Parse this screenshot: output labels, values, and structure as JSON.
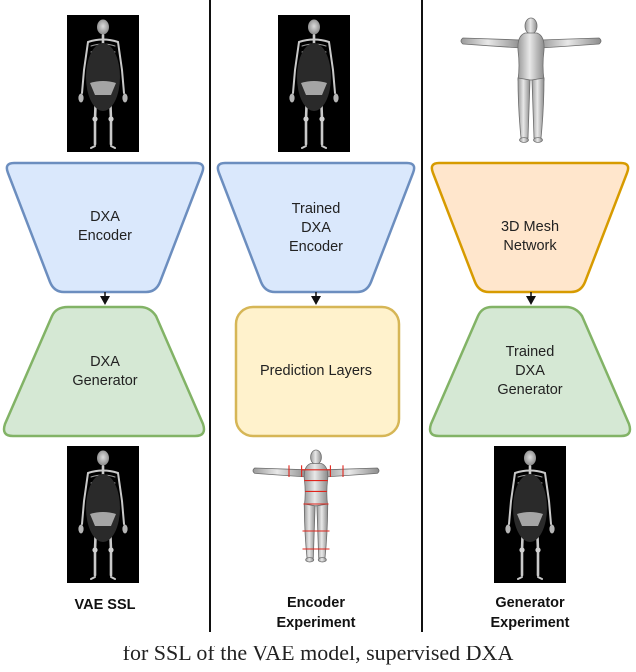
{
  "columns": [
    {
      "id": "vae-ssl",
      "top_block": {
        "shape": "encoder-trapezoid",
        "lines": [
          "DXA",
          "Encoder"
        ],
        "fill": "#dae8fc",
        "stroke": "#6c8ebf"
      },
      "bottom_block": {
        "shape": "generator-trapezoid",
        "lines": [
          "DXA",
          "Generator"
        ],
        "fill": "#d5e8d4",
        "stroke": "#82b366"
      },
      "input_image": "dxa-scan",
      "output_image": "dxa-scan",
      "label": [
        "VAE SSL"
      ]
    },
    {
      "id": "encoder-experiment",
      "top_block": {
        "shape": "encoder-trapezoid",
        "lines": [
          "Trained",
          "DXA",
          "Encoder"
        ],
        "fill": "#dae8fc",
        "stroke": "#6c8ebf"
      },
      "bottom_block": {
        "shape": "rounded-rectangle",
        "lines": [
          "Prediction Layers"
        ],
        "fill": "#fff2cc",
        "stroke": "#d6b656"
      },
      "input_image": "dxa-scan",
      "output_image": "3d-body-mesh-with-measurement-lines",
      "label": [
        "Encoder",
        "Experiment"
      ]
    },
    {
      "id": "generator-experiment",
      "top_block": {
        "shape": "encoder-trapezoid",
        "lines": [
          "3D Mesh",
          "Network"
        ],
        "fill": "#ffe6cc",
        "stroke": "#d79b00"
      },
      "bottom_block": {
        "shape": "generator-trapezoid",
        "lines": [
          "Trained",
          "DXA",
          "Generator"
        ],
        "fill": "#d5e8d4",
        "stroke": "#82b366"
      },
      "input_image": "3d-body-mesh",
      "output_image": "dxa-scan",
      "label": [
        "Generator",
        "Experiment"
      ]
    }
  ],
  "caption": "for SSL of the VAE model, supervised DXA"
}
